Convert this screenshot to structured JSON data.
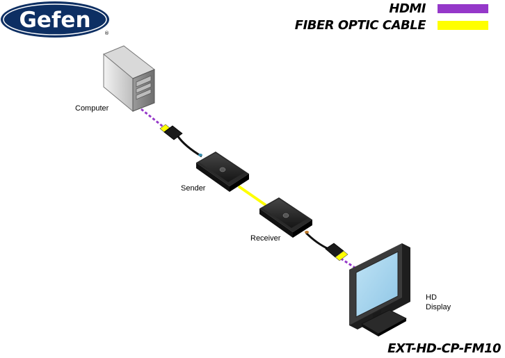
{
  "logo": {
    "text": "Gefen"
  },
  "legend": {
    "hdmi": {
      "label": "HDMI",
      "color": "#9538c9"
    },
    "fiber": {
      "label": "FIBER OPTIC CABLE",
      "color": "#ffff00"
    }
  },
  "devices": {
    "computer": "Computer",
    "sender": "Sender",
    "receiver": "Receiver",
    "display_line1": "HD",
    "display_line2": "Display"
  },
  "model": "EXT-HD-CP-FM10"
}
